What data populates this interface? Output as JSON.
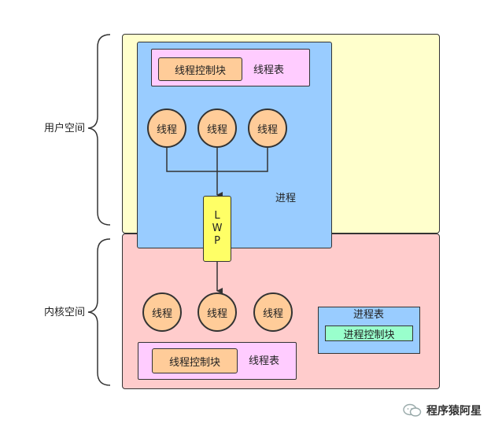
{
  "regions": {
    "user_space_label": "用户空间",
    "kernel_space_label": "内核空间"
  },
  "process": {
    "label": "进程",
    "thread_table": {
      "label": "线程表",
      "control_block": "线程控制块"
    },
    "threads": [
      "线程",
      "线程",
      "线程"
    ]
  },
  "lwp": {
    "letters": [
      "L",
      "W",
      "P"
    ]
  },
  "kernel": {
    "threads": [
      "线程",
      "线程",
      "线程"
    ],
    "thread_table": {
      "label": "线程表",
      "control_block": "线程控制块"
    },
    "process_table": {
      "label": "进程表",
      "control_block": "进程控制块"
    }
  },
  "watermark": {
    "text": "程序猿阿星"
  },
  "colors": {
    "user_space": "#ffffcc",
    "kernel_space": "#ffcccc",
    "process": "#99ccff",
    "thread_table": "#ffccff",
    "control_block": "#ffcc99",
    "lwp": "#ffff66",
    "process_control_block": "#99ffcc"
  }
}
